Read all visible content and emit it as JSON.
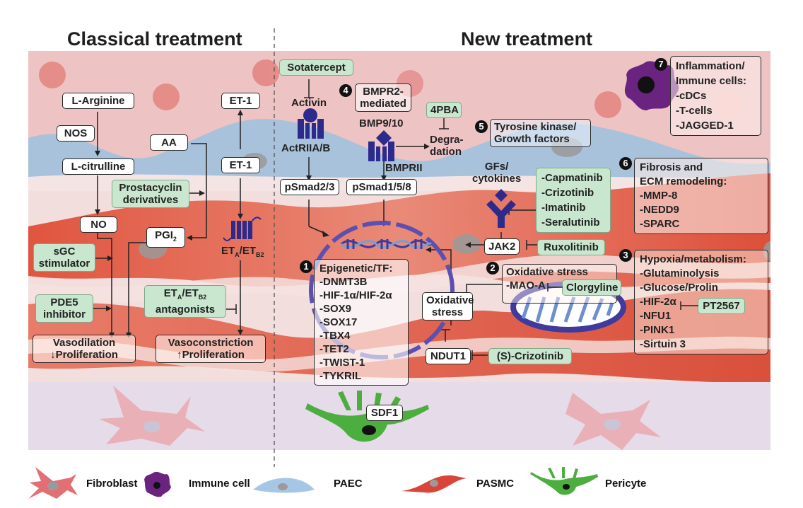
{
  "headings": {
    "classical": "Classical treatment",
    "new": "New treatment"
  },
  "classical": {
    "l_arginine": "L-Arginine",
    "nos": "NOS",
    "l_citrulline": "L-citrulline",
    "no": "NO",
    "aa": "AA",
    "prostacyclin_line1": "Prostacyclin",
    "prostacyclin_line2": "derivatives",
    "pgi2": "PGI",
    "pgi2_sub": "2",
    "et1_top": "ET-1",
    "et1_mid": "ET-1",
    "receptor_label_a": "ET",
    "receptor_sub_a": "A",
    "receptor_label_b": "/ET",
    "receptor_sub_b": "B2",
    "sgc_line1": "sGC",
    "sgc_line2": "stimulator",
    "pde5_line1": "PDE5",
    "pde5_line2": "inhibitor",
    "antag_a": "ET",
    "antag_sub_a": "A",
    "antag_b": "/ET",
    "antag_sub_b": "B2",
    "antag_line2": "antagonists",
    "vasodilation_line1": "Vasodilation",
    "vasodilation_line2": "↓Proliferation",
    "vasoconstriction_line1": "Vasoconstriction",
    "vasoconstriction_line2": "↑Proliferation"
  },
  "new": {
    "sotatercept": "Sotatercept",
    "activin": "Activin",
    "actriia": "ActRIIA/B",
    "badge4": "4",
    "bmpr2_line1": "BMPR2-",
    "bmpr2_line2": "mediated",
    "bmp910": "BMP9/10",
    "bmprii": "BMPRII",
    "fourpba": "4PBA",
    "degradation_line1": "Degra-",
    "degradation_line2": "dation",
    "psmad23": "pSmad2/3",
    "psmad158": "pSmad1/5/8",
    "badge5": "5",
    "tyrosine_line1": "Tyrosine kinase/",
    "tyrosine_line2": "Growth factors",
    "gfs_line1": "GFs/",
    "gfs_line2": "cytokines",
    "tki_drugs": [
      "-Capmatinib",
      "-Crizotinib",
      "-Imatinib",
      "-Seralutinib"
    ],
    "jak2": "JAK2",
    "ruxolitinib": "Ruxolitinib",
    "badge1": "1",
    "epigenetic": [
      "Epigenetic/TF:",
      "-DNMT3B",
      "-HIF-1α/HIF-2α",
      "-SOX9",
      "-SOX17",
      "-TBX4",
      "-TET2",
      "-TWIST-1",
      "-TYKRIL"
    ],
    "sdf1": "SDF1",
    "badge2": "2",
    "oxstress_title": "Oxidative stress",
    "maoa": "-MAO-A",
    "clorgyline": "Clorgyline",
    "oxstress_box_line1": "Oxidative",
    "oxstress_box_line2": "stress",
    "ndut1": "NDUT1",
    "s_crizotinib": "(S)-Crizotinib",
    "badge7": "7",
    "inflammation": [
      "Inflammation/",
      "Immune cells:",
      "-cDCs",
      "-T-cells",
      "-JAGGED-1"
    ],
    "badge6": "6",
    "fibrosis": [
      "Fibrosis and",
      "ECM remodeling:",
      "-MMP-8",
      "-NEDD9",
      "-SPARC"
    ],
    "badge3": "3",
    "hypoxia_title": "Hypoxia/metabolism:",
    "hypoxia_items": [
      "-Glutaminolysis",
      "-Glucose/Prolin"
    ],
    "hif2a": "-HIF-2α",
    "pt2567": "PT2567",
    "hypoxia_items2": [
      "-NFU1",
      "-PINK1",
      "-Sirtuin 3"
    ]
  },
  "legend": {
    "fibroblast": "Fibroblast",
    "immune_cell": "Immune cell",
    "paec": "PAEC",
    "pasmc": "PASMC",
    "pericyte": "Pericyte"
  },
  "colors": {
    "lumen": "#eec3c4",
    "endothelium": "#a9c2dc",
    "smooth_muscle": "#e05a45",
    "adventitia": "#e6dbe9",
    "drug_green": "#c9e7cf",
    "receptor_blue": "#2e2a8c",
    "pericyte_green": "#4cae3f",
    "immune_purple": "#6a237f"
  }
}
